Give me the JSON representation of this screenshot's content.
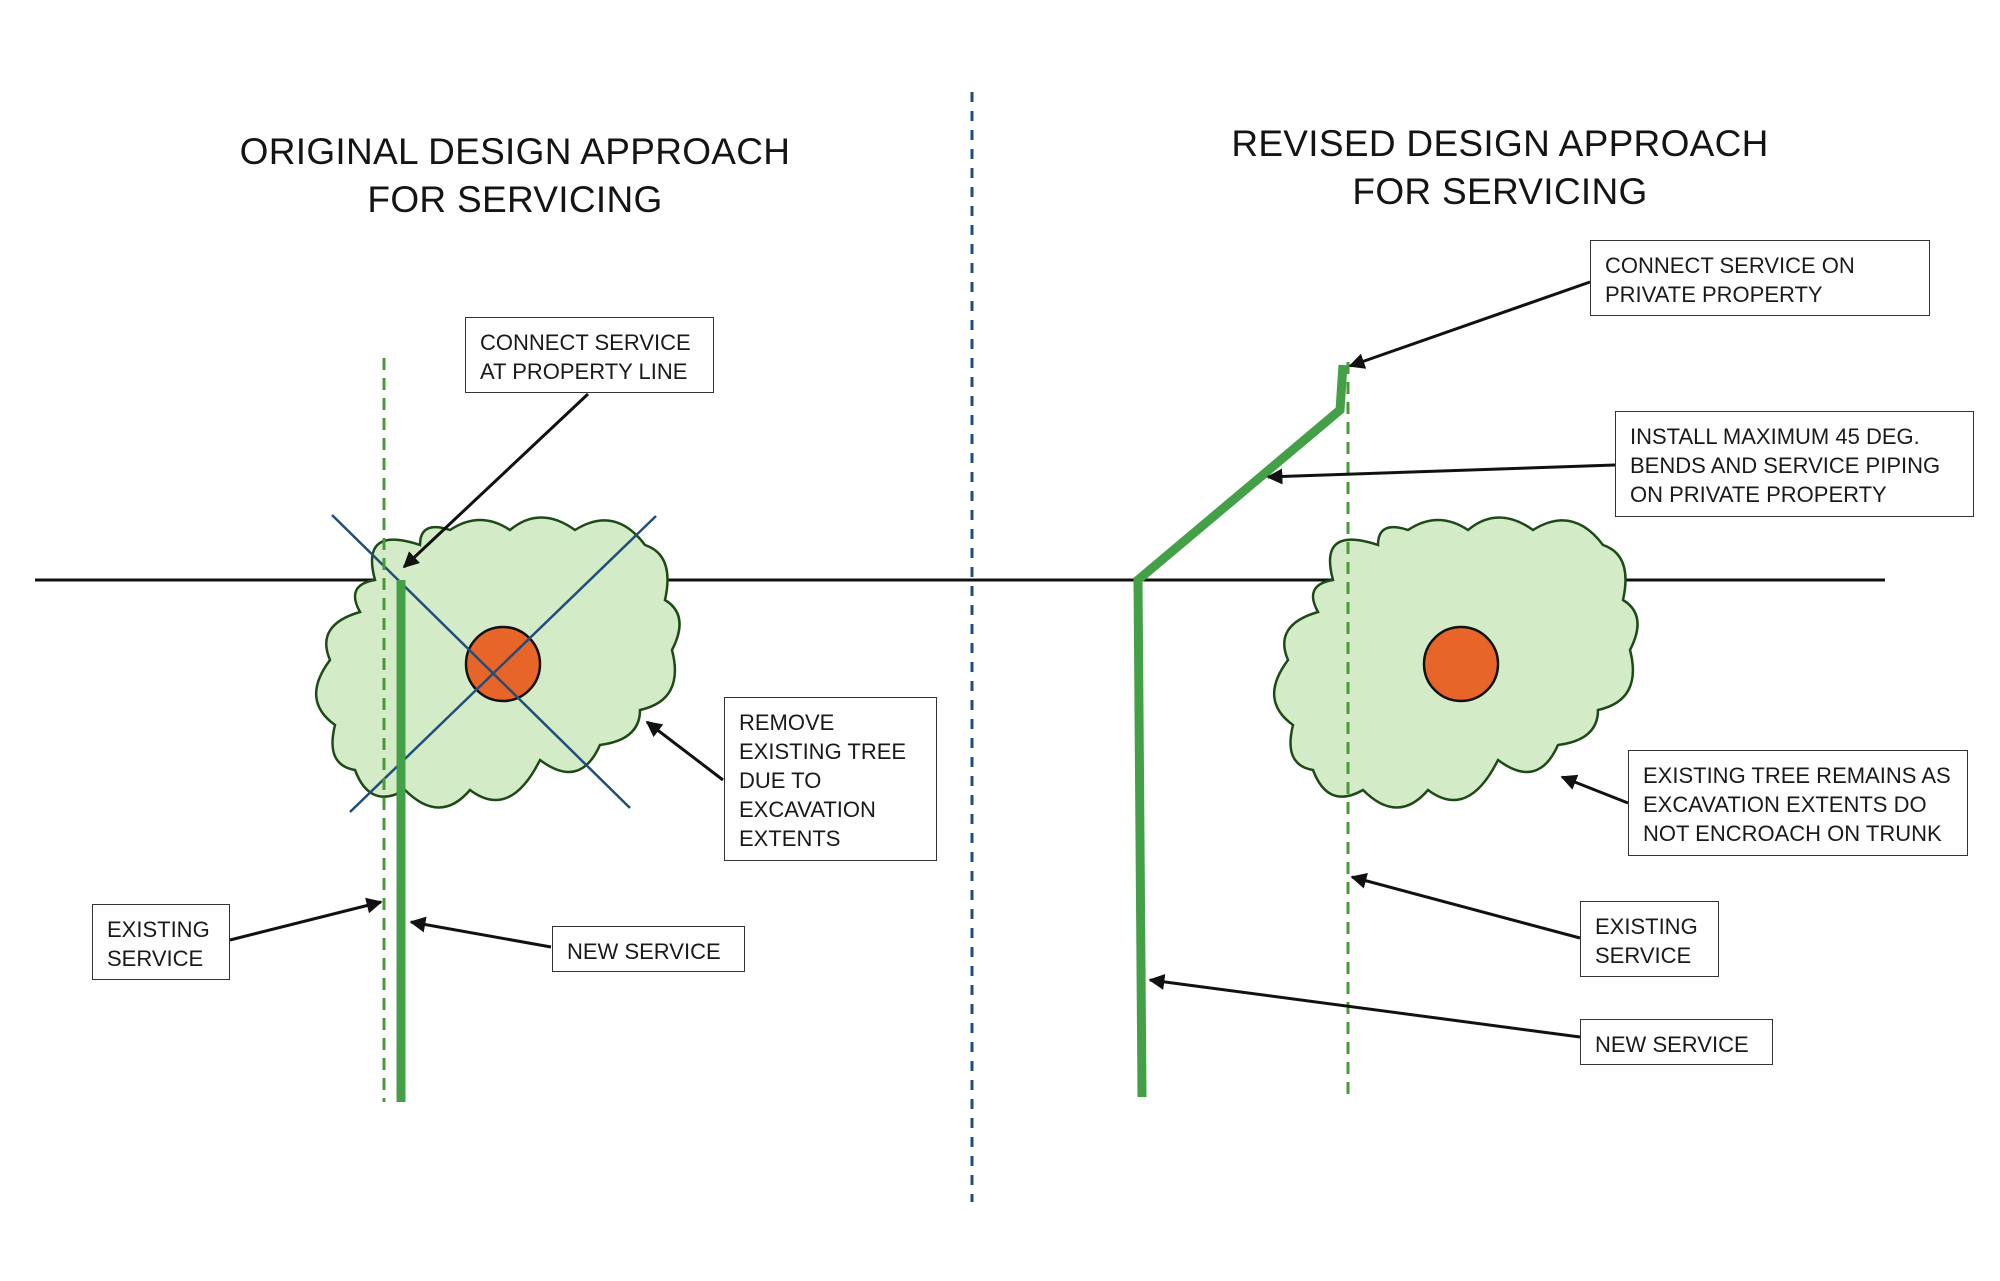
{
  "panels": {
    "original": {
      "title": [
        "ORIGINAL DESIGN APPROACH",
        "FOR SERVICING"
      ],
      "callouts": {
        "connect": [
          "CONNECT SERVICE",
          "AT PROPERTY LINE"
        ],
        "remove_tree": [
          "REMOVE",
          "EXISTING TREE",
          "DUE TO",
          "EXCAVATION",
          "EXTENTS"
        ],
        "existing_service": [
          "EXISTING",
          "SERVICE"
        ],
        "new_service": [
          "NEW SERVICE"
        ]
      }
    },
    "revised": {
      "title": [
        "REVISED DESIGN APPROACH",
        "FOR SERVICING"
      ],
      "callouts": {
        "connect": [
          "CONNECT SERVICE ON",
          "PRIVATE PROPERTY"
        ],
        "bends": [
          "INSTALL MAXIMUM 45 DEG.",
          "BENDS AND SERVICE PIPING",
          "ON PRIVATE PROPERTY"
        ],
        "tree_remains": [
          "EXISTING TREE REMAINS AS",
          "EXCAVATION EXTENTS DO",
          "NOT ENCROACH ON TRUNK"
        ],
        "existing_service": [
          "EXISTING",
          "SERVICE"
        ],
        "new_service": [
          "NEW SERVICE"
        ]
      }
    }
  },
  "colors": {
    "new_service_line": "#43a047",
    "existing_service_line": "#4a9a3a",
    "tree_canopy_fill": "#d4ebc8",
    "tree_canopy_outline": "#1e4a17",
    "tree_trunk": "#e8652a",
    "remove_cross": "#1f4e7a",
    "divider": "#1f4e7a",
    "property_line": "#111111",
    "arrow": "#111111"
  }
}
